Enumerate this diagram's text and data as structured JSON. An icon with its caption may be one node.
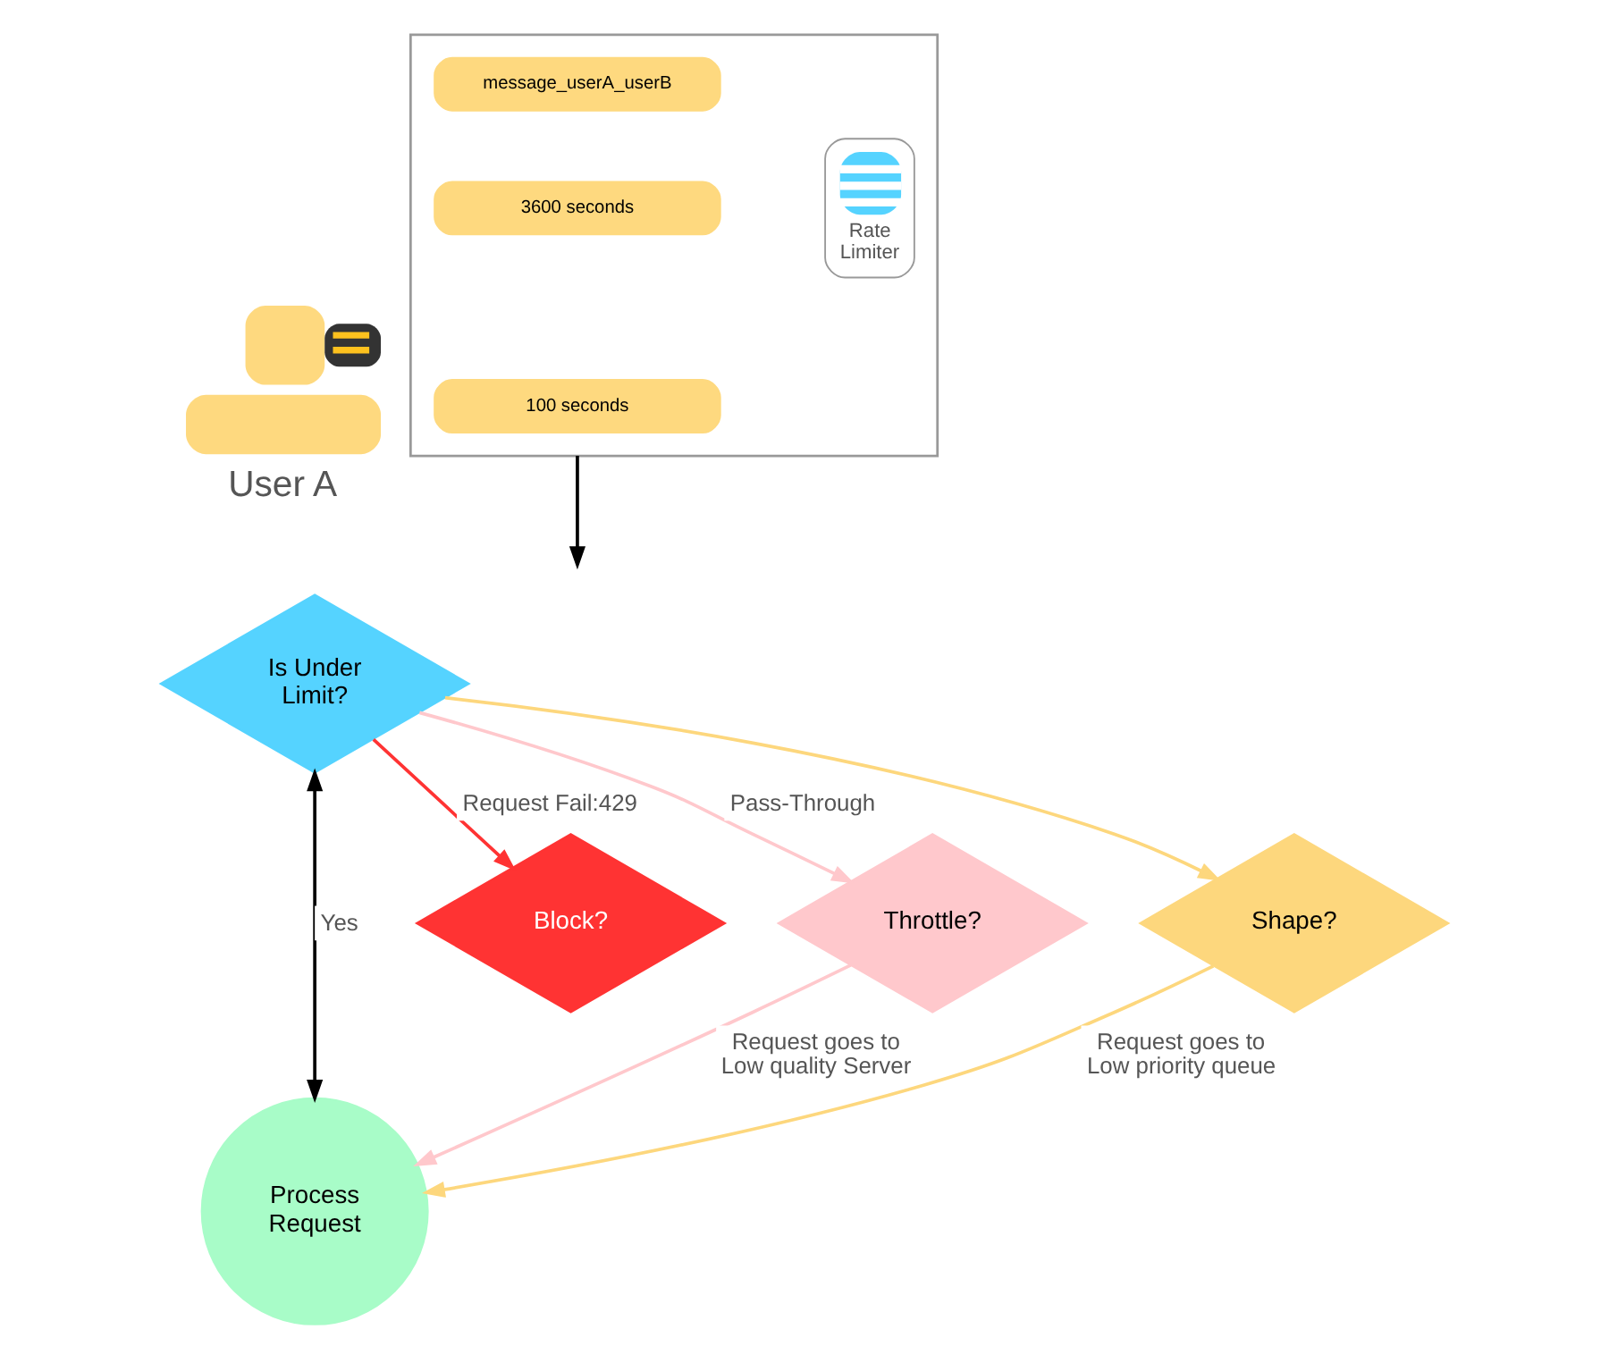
{
  "diagram": {
    "nodes": [
      {
        "text": [
          "User A"
        ]
      },
      {
        "text": [],
        "shape": "box"
      },
      {
        "text": [
          "message_userA_userB"
        ],
        "in": 1
      },
      {
        "text": [
          "3600 seconds"
        ],
        "in": 1
      },
      {
        "text": [
          "100 seconds"
        ],
        "in": 1
      },
      {
        "text": [
          "Rate Limiter"
        ],
        "in": 1
      },
      {
        "text": [
          "Is Under Limit?"
        ]
      },
      {
        "text": [
          "Block?"
        ]
      },
      {
        "text": [
          "Throttle?"
        ]
      },
      {
        "text": [
          "Shape?"
        ]
      },
      {
        "text": [
          "Process Request"
        ]
      }
    ],
    "edges": [
      {
        "from": 1,
        "to": null,
        "arrow": "to"
      },
      {
        "from": 6,
        "to": 10,
        "arrow": "both",
        "label": "Yes"
      },
      {
        "from": 6,
        "to": 7,
        "arrow": "to",
        "label": "Request Fail:429",
        "color": "#ff3333"
      },
      {
        "from": 6,
        "to": 8,
        "arrow": "to",
        "label": "Pass-Through",
        "color": "#ffc8cc"
      },
      {
        "from": 6,
        "to": 9,
        "arrow": "to",
        "color": "#fdd77d"
      },
      {
        "from": 8,
        "to": 10,
        "arrow": "to",
        "label": "Request goes to Low quality Server",
        "color": "#ffc8cc"
      },
      {
        "from": 9,
        "to": 10,
        "arrow": "to",
        "label": "Request goes to Low priority queue",
        "color": "#fdd77d"
      }
    ]
  }
}
